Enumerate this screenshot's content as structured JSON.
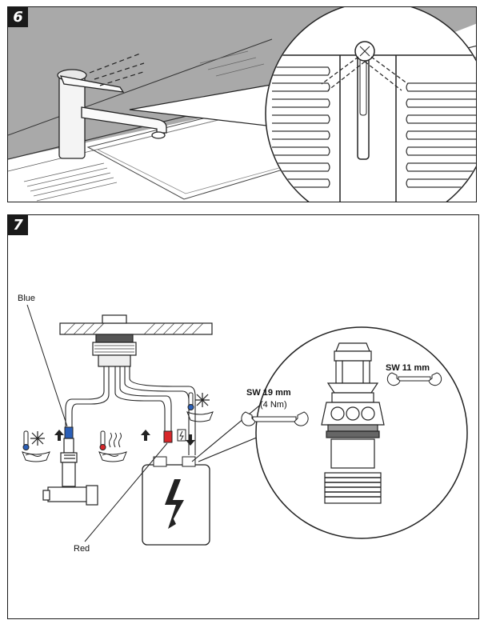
{
  "steps": [
    {
      "number": "6"
    },
    {
      "number": "7"
    }
  ],
  "labels": {
    "blue": "Blue",
    "red": "Red",
    "wrench_large": "SW 19 mm",
    "torque": "(4 Nm)",
    "wrench_small": "SW 11 mm"
  },
  "icons": [
    "cold-water-icon",
    "hot-water-icon",
    "electric-power-icon",
    "wrench-icon",
    "arrow-up-icon",
    "arrow-down-icon"
  ],
  "colors": {
    "blue_marker": "#2b5fb8",
    "red_marker": "#d8262a",
    "countertop_gray": "#a9a9a9"
  }
}
